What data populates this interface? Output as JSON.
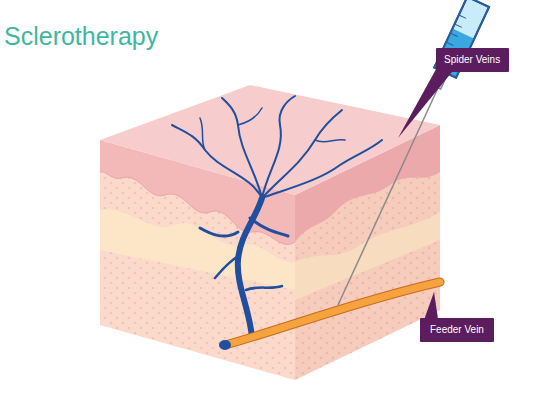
{
  "diagram": {
    "title": "Sclerotherapy",
    "nodes": [
      {
        "text": [
          "Spider Veins"
        ]
      },
      {
        "text": [
          "Feeder Vein"
        ]
      }
    ]
  }
}
